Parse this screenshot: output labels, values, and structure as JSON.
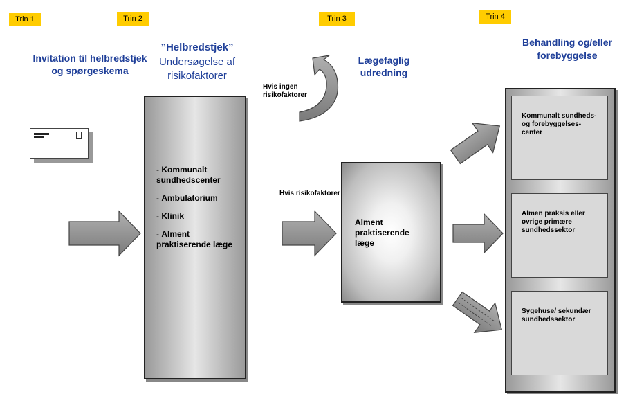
{
  "steps": [
    "Trin 1",
    "Trin 2",
    "Trin 3",
    "Trin 4"
  ],
  "col1": {
    "heading": "Invitation til helbredstjek og spørgeskema"
  },
  "col2": {
    "title": "”Helbredstjek”",
    "subtitle": "Undersøgelse af risikofaktorer",
    "items": [
      {
        "dash": "- ",
        "text": "Kommunalt sundhedscenter"
      },
      {
        "dash": "- ",
        "text": "Ambulatorium"
      },
      {
        "dash": "- ",
        "text": "Klinik"
      },
      {
        "dash": "- ",
        "text": "Alment praktiserende læge"
      }
    ]
  },
  "col3": {
    "heading": "Lægefaglig udredning",
    "no_risk_label": "Hvis ingen risikofaktorer",
    "risk_label": "Hvis risikofaktorer",
    "center_box": "Alment praktiserende læge"
  },
  "col4": {
    "heading": "Behandling og/eller forebyggelse",
    "boxes": [
      "Kommunalt sundheds- og forebyggelses-center",
      "Almen praksis eller øvrige primære sundhedssektor",
      "Sygehuse/ sekundær sundhedssektor"
    ]
  },
  "colors": {
    "step_badge": "#ffcc00",
    "heading_blue": "#1f3f99",
    "arrow_gray": "#8c8c8c"
  }
}
